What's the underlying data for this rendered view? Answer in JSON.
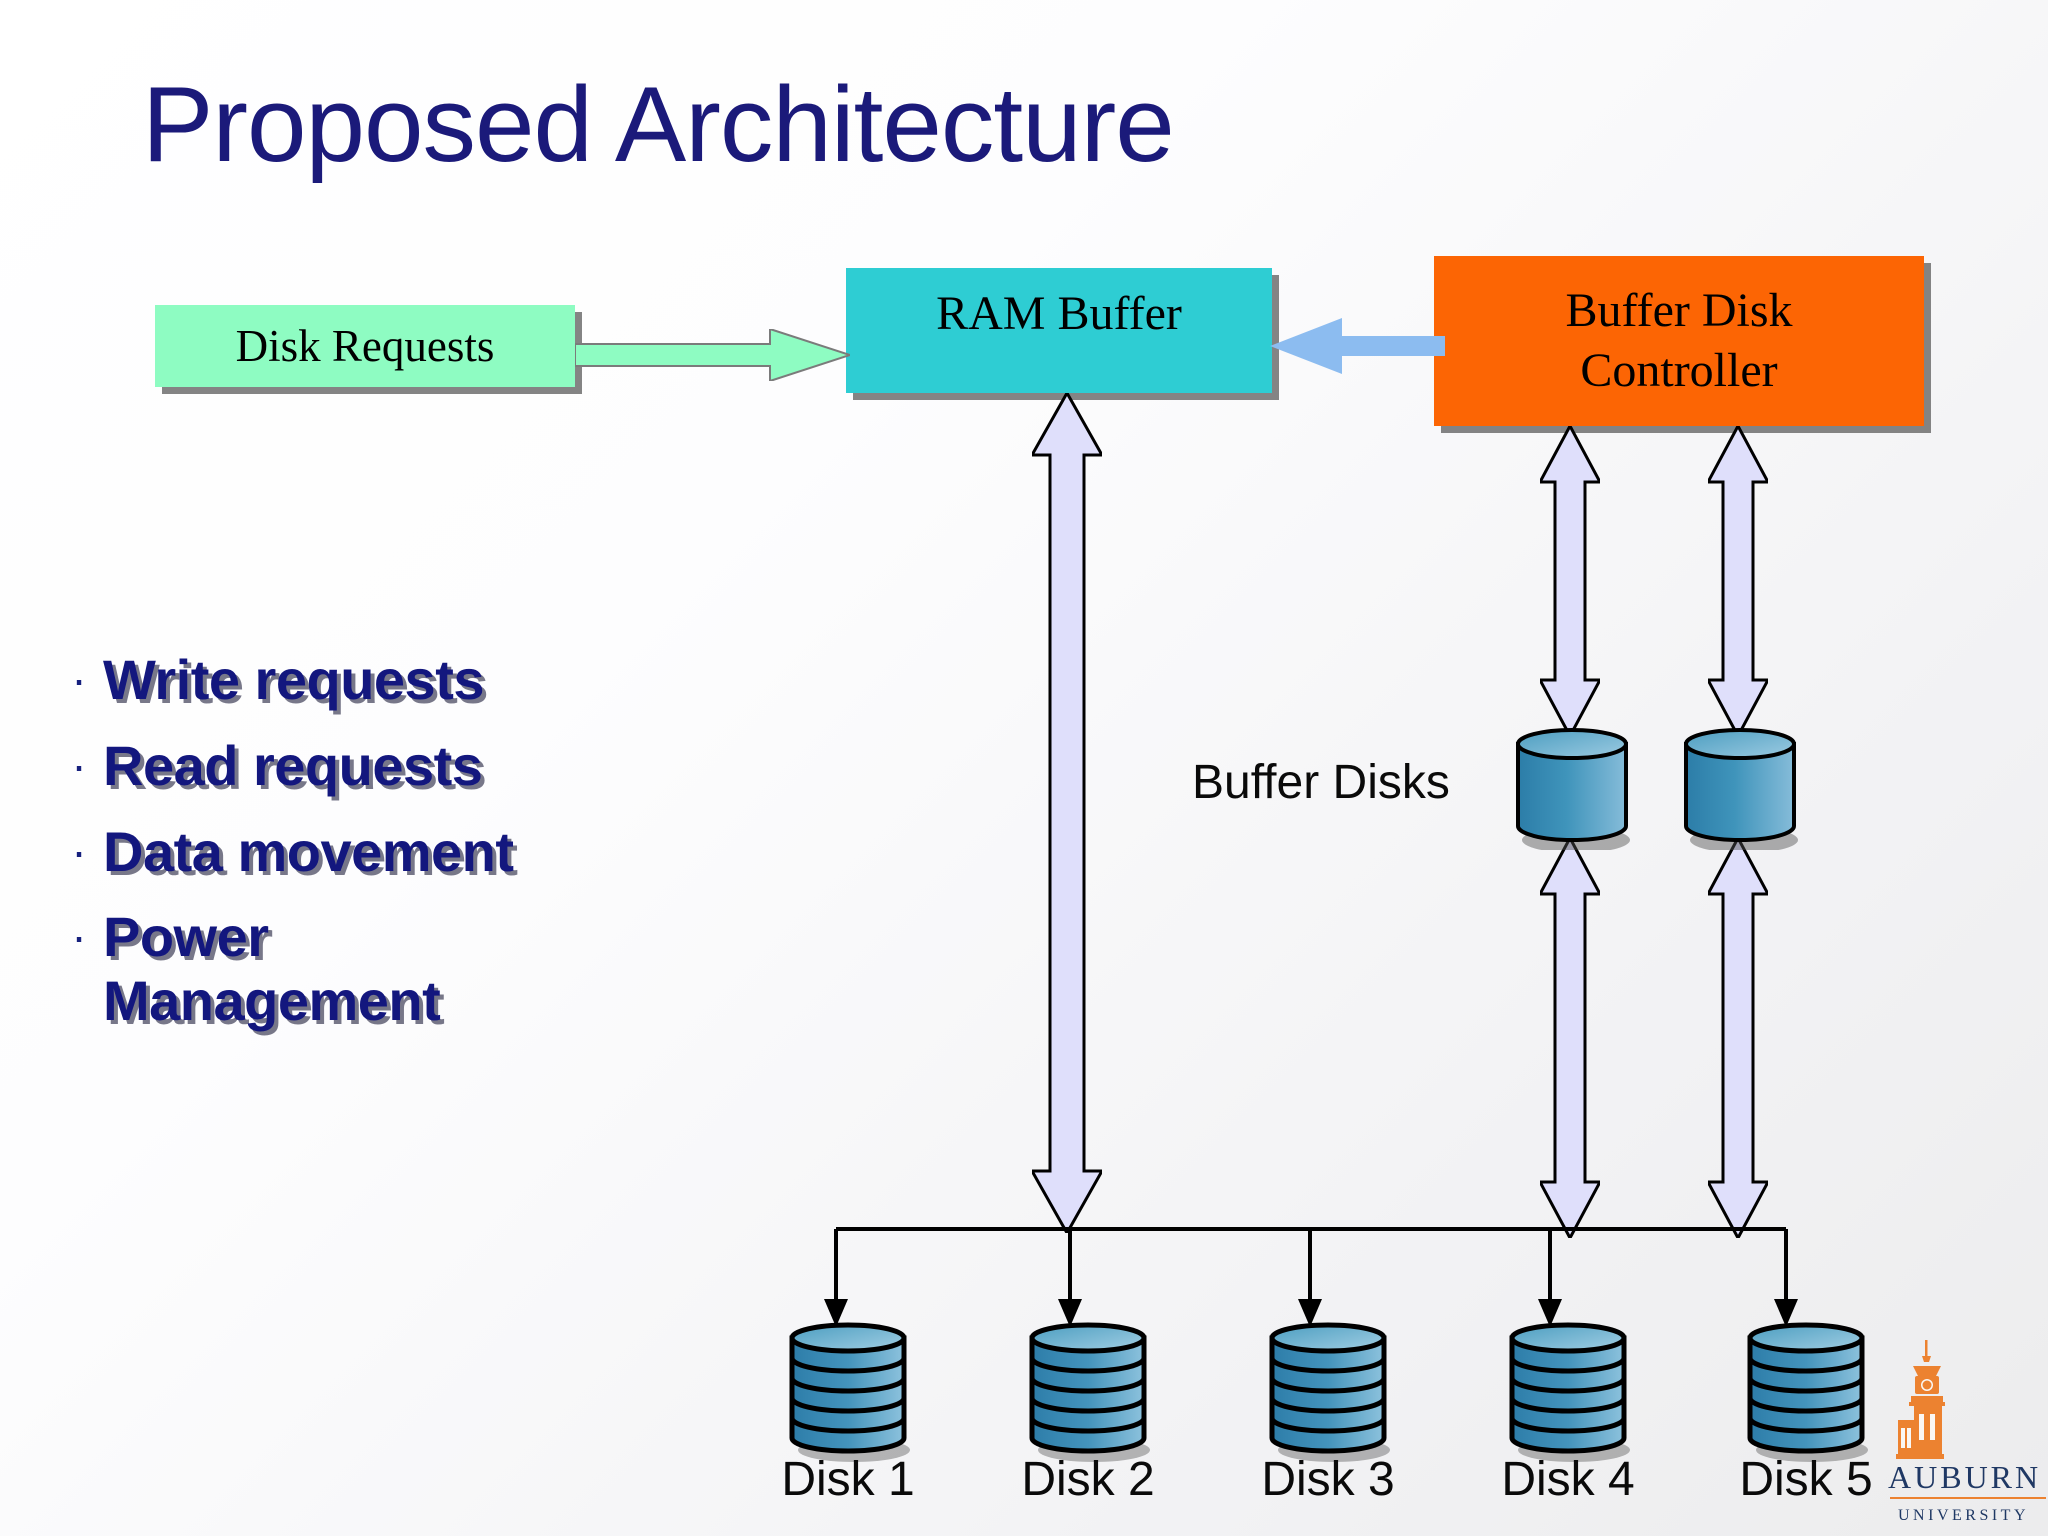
{
  "slide": {
    "title": "Proposed Architecture",
    "title_color": "#1b1a7a",
    "background": "#f4f4f6"
  },
  "bullets": {
    "marker": "·",
    "items": [
      {
        "label": "Write requests"
      },
      {
        "label": "Read requests"
      },
      {
        "label": "Data movement"
      },
      {
        "label": "Power Management"
      }
    ],
    "text_color": "#13177e"
  },
  "diagram": {
    "boxes": [
      {
        "name": "disk-requests",
        "label": "Disk Requests",
        "color": "#8efcc2"
      },
      {
        "name": "ram-buffer",
        "label": "RAM Buffer",
        "color": "#2ecdd3"
      },
      {
        "name": "buffer-disk-controller",
        "label_line1": "Buffer Disk",
        "label_line2": "Controller",
        "color": "#fc6504"
      }
    ],
    "arrows": [
      {
        "name": "requests-to-ram",
        "color": "#8efcc2",
        "direction": "right"
      },
      {
        "name": "controller-to-ram",
        "color": "#8cbcf0",
        "direction": "left"
      },
      {
        "name": "ram-to-bus",
        "color": "#dcdcfb",
        "direction": "both"
      },
      {
        "name": "controller-to-bufferdisk-1",
        "color": "#dcdcfb",
        "direction": "both"
      },
      {
        "name": "controller-to-bufferdisk-2",
        "color": "#dcdcfb",
        "direction": "both"
      },
      {
        "name": "bufferdisk-1-to-bus",
        "color": "#dcdcfb",
        "direction": "both"
      },
      {
        "name": "bufferdisk-2-to-bus",
        "color": "#dcdcfb",
        "direction": "both"
      }
    ],
    "buffer_disks_label": "Buffer Disks",
    "buffer_disks_count": 2,
    "disks": [
      {
        "label": "Disk 1"
      },
      {
        "label": "Disk 2"
      },
      {
        "label": "Disk 3"
      },
      {
        "label": "Disk 4"
      },
      {
        "label": "Disk 5"
      }
    ],
    "disk_color_top": "#7fb6d9",
    "disk_color_bottom": "#2e7fae"
  },
  "logo": {
    "name": "auburn-university-logo",
    "wordmark": "AUBURN",
    "subtext": "UNIVERSITY",
    "tower_color": "#ec8230",
    "text_color": "#1f3864"
  }
}
